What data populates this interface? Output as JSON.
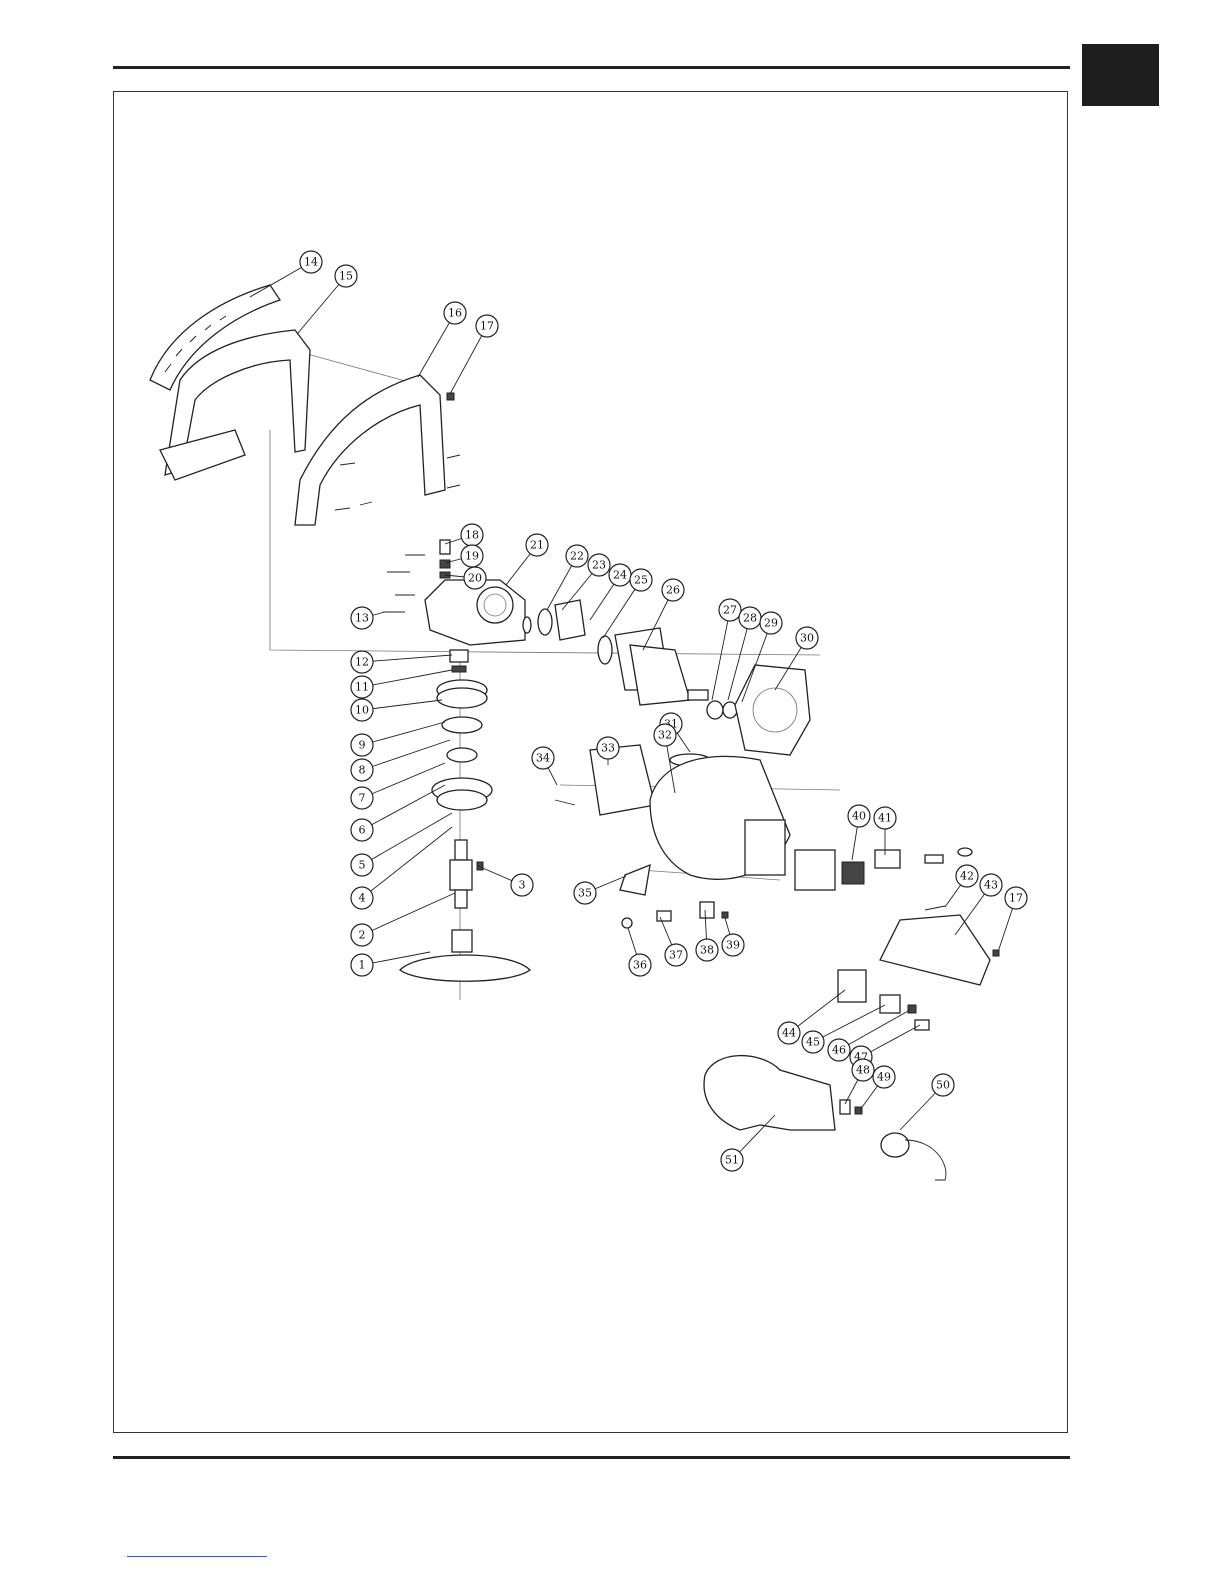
{
  "diagram": {
    "type": "exploded-parts-view",
    "callouts": [
      "1",
      "2",
      "3",
      "4",
      "5",
      "6",
      "7",
      "8",
      "9",
      "10",
      "11",
      "12",
      "13",
      "14",
      "15",
      "16",
      "17",
      "18",
      "19",
      "20",
      "21",
      "22",
      "23",
      "24",
      "25",
      "26",
      "27",
      "28",
      "29",
      "30",
      "31",
      "32",
      "33",
      "34",
      "35",
      "36",
      "37",
      "38",
      "39",
      "40",
      "41",
      "42",
      "43",
      "44",
      "45",
      "46",
      "47",
      "48",
      "49",
      "50",
      "51"
    ],
    "callout_17_second": "17"
  },
  "colors": {
    "rule": "#222222",
    "tab": "#1e1e1e",
    "link": "#3b55c9"
  }
}
